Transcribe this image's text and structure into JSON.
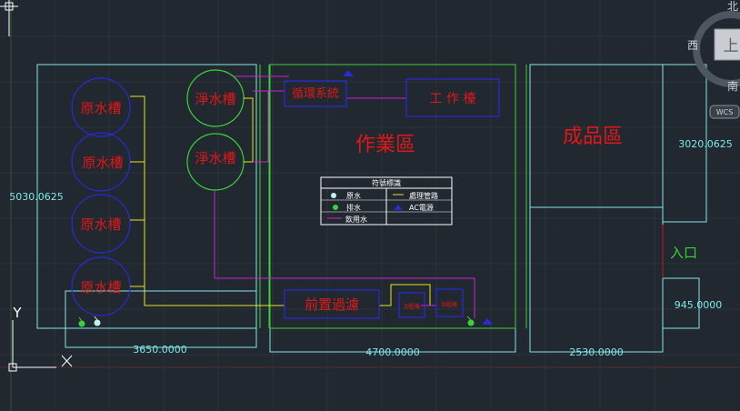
{
  "tanks": {
    "raw": [
      "原水槽",
      "原水槽",
      "原水槽",
      "原水槽"
    ],
    "clean": [
      "淨水槽",
      "淨水槽"
    ]
  },
  "boxes": {
    "circulation": "循環系統",
    "workbench": "工 作 檯",
    "prefilter": "前置過濾",
    "pump1": "加壓機",
    "pump2": "加壓機"
  },
  "areas": {
    "work": "作業區",
    "product": "成品區",
    "entrance": "入口"
  },
  "dimensions": {
    "left_height": "5030.0625",
    "left_width": "3650.0000",
    "mid_width": "4700.0000",
    "right_width": "2530.0000",
    "right_height": "3020.0625",
    "door": "945.0000"
  },
  "legend": {
    "title": "符號標識",
    "raw_water": "原水",
    "treatment_pipe": "處理管路",
    "drain": "排水",
    "ac_power": "AC電源",
    "drinking_water": "飲用水"
  },
  "viewcube": {
    "north": "北",
    "west": "西",
    "south": "南",
    "top": "上",
    "wcs": "WCS"
  },
  "ucs": {
    "y": "Y"
  },
  "colors": {
    "background": "#212830",
    "wall": "#7fe8e8",
    "green": "#3ad23a",
    "blue": "#2a2ad8",
    "red_text": "#e01818",
    "yellow": "#e6e61e",
    "magenta": "#d020d0",
    "white": "#ffffff",
    "cyan": "#7fe8e8"
  }
}
